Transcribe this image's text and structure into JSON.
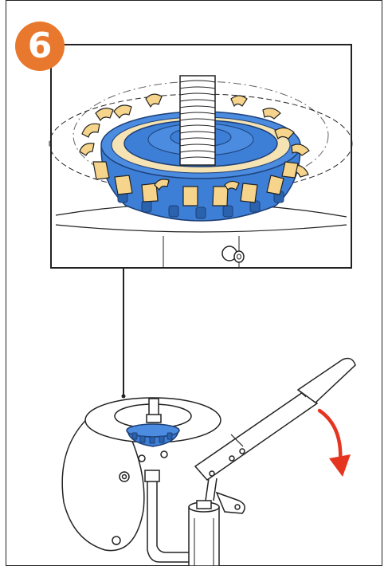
{
  "step": {
    "number": "6",
    "badge_color": "#e8782d"
  },
  "colors": {
    "hub_blue": "#3d7fd6",
    "hub_blue_dark": "#2b62ad",
    "clamp_yellow": "#f6d48b",
    "arrow_red": "#e53520",
    "line": "#222222"
  },
  "illustration": {
    "detail_view": "bead-breaker-hub-with-clamps",
    "overview": "tire-changer-with-pump-lever",
    "arrow_direction": "down"
  }
}
